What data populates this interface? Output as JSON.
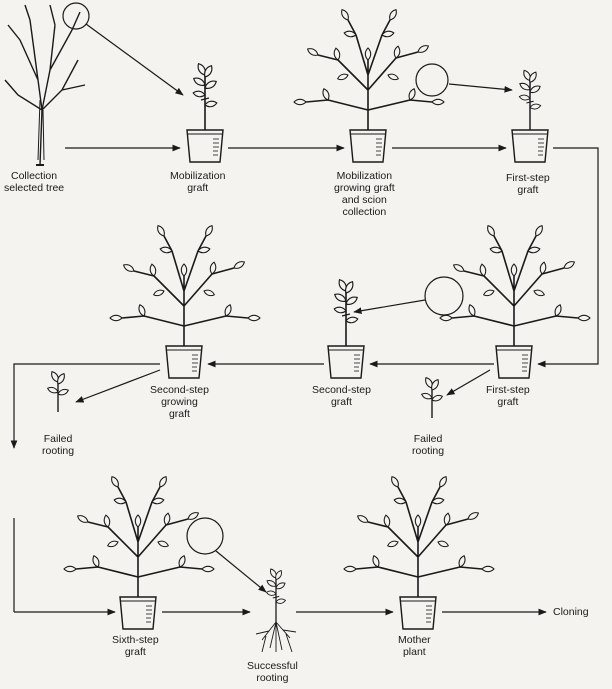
{
  "labels": {
    "collection": [
      "Collection",
      "selected tree"
    ],
    "mobilization_graft": [
      "Mobilization",
      "graft"
    ],
    "mobilization_growing": [
      "Mobilization",
      "growing graft",
      "and scion",
      "collection"
    ],
    "first_step": [
      "First-step",
      "graft"
    ],
    "first_step_2": [
      "First-step",
      "graft"
    ],
    "second_step": [
      "Second-step",
      "graft"
    ],
    "second_step_growing": [
      "Second-step",
      "growing",
      "graft"
    ],
    "failed_rooting_1": [
      "Failed",
      "rooting"
    ],
    "failed_rooting_2": [
      "Failed",
      "rooting"
    ],
    "sixth_step": [
      "Sixth-step",
      "graft"
    ],
    "successful_rooting": [
      "Successful",
      "rooting"
    ],
    "mother_plant": [
      "Mother",
      "plant"
    ],
    "cloning": "Cloning"
  },
  "colors": {
    "ink": "#1a1a1a",
    "paper": "#f4f3ef"
  }
}
